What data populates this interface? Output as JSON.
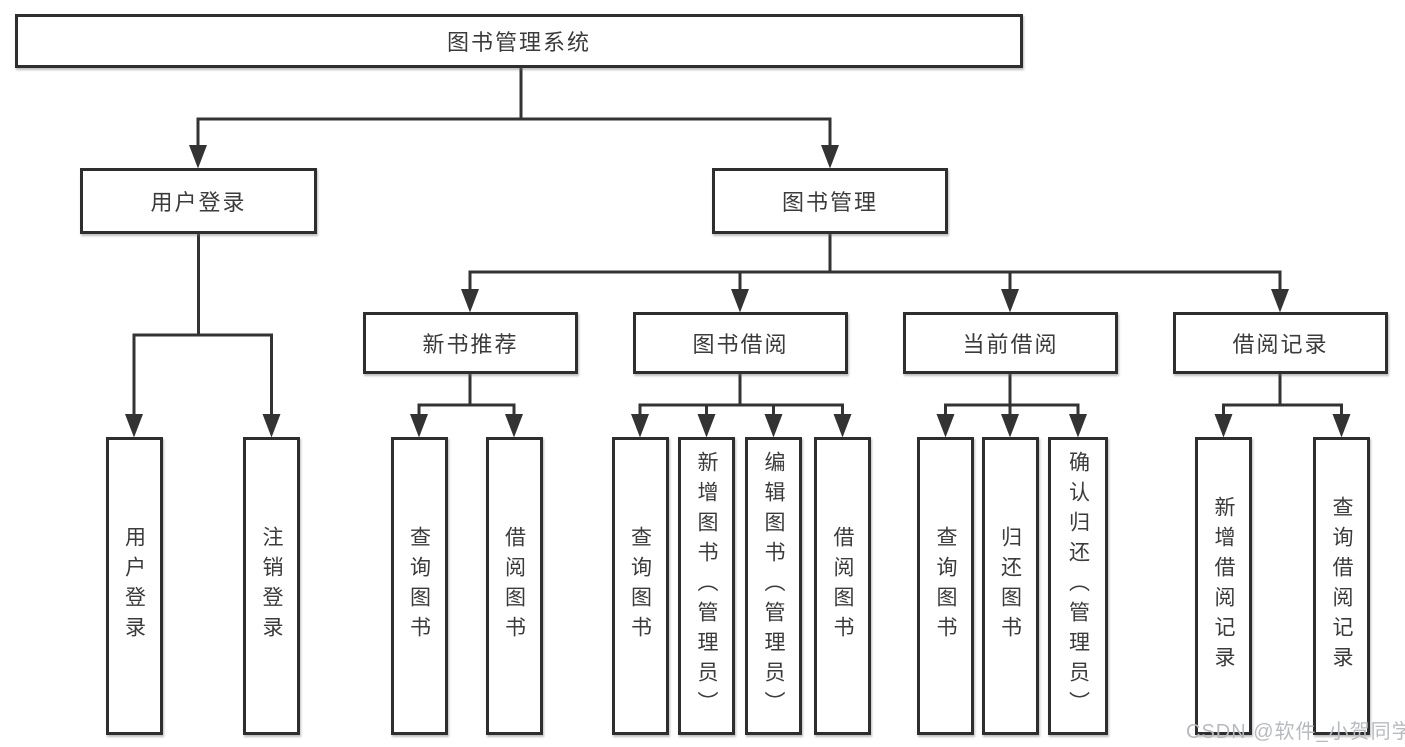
{
  "diagram": {
    "root": {
      "label": "图书管理系统"
    },
    "children": [
      {
        "label": "用户登录",
        "children": [
          {
            "label": "用户登录"
          },
          {
            "label": "注销登录"
          }
        ]
      },
      {
        "label": "图书管理",
        "children": [
          {
            "label": "新书推荐",
            "children": [
              {
                "label": "查询图书"
              },
              {
                "label": "借阅图书"
              }
            ]
          },
          {
            "label": "图书借阅",
            "children": [
              {
                "label": "查询图书"
              },
              {
                "label": "新增图书（管理员）"
              },
              {
                "label": "编辑图书（管理员）"
              },
              {
                "label": "借阅图书"
              }
            ]
          },
          {
            "label": "当前借阅",
            "children": [
              {
                "label": "查询图书"
              },
              {
                "label": "归还图书"
              },
              {
                "label": "确认归还（管理员）"
              }
            ]
          },
          {
            "label": "借阅记录",
            "children": [
              {
                "label": "新增借阅记录"
              },
              {
                "label": "查询借阅记录"
              }
            ]
          }
        ]
      }
    ]
  },
  "watermark": {
    "text": "CSDN @软件_小贺同学",
    "color": "#b7bbc1"
  },
  "colors": {
    "line": "#333333",
    "box_border": "#2e2e2e",
    "text": "#3b3b3b",
    "background": "#ffffff"
  }
}
